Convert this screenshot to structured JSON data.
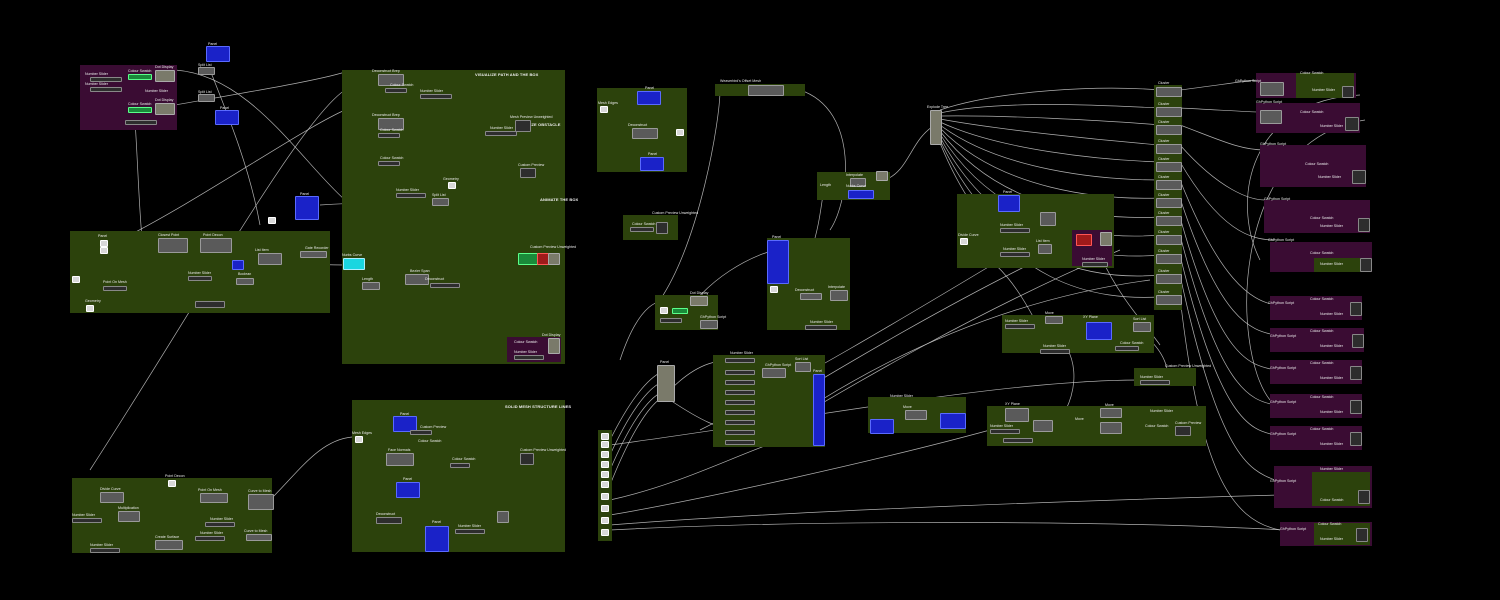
{
  "canvas": {
    "background": "#000000",
    "group_olive": "#2c420c",
    "group_purple": "#3a0c33",
    "wire_color": "#cfcfcf"
  },
  "groups": {
    "visualize": "VISUALIZE PATH AND THE BOX",
    "obstacle": "VISUALIZE OBSTACLE",
    "animate": "ANIMATE THE BOX",
    "solid_mesh": "SOLID MESH STRUCTURE LINES"
  },
  "labels": {
    "number_slider": "Number Slider",
    "panel": "Panel",
    "split_list": "Split List",
    "dot_display": "Dot Display",
    "colour_swatch": "Colour Swatch",
    "custom_preview": "Custom Preview",
    "custom_preview_unweighted": "Custom Preview Unweighted",
    "deconstruct_brep": "Deconstruct Brep",
    "mesh_preview": "Mesh Preview Unweighted",
    "geometry": "Geometry",
    "cluster": "Cluster",
    "explode_tree": "Explode Tree",
    "gh_python": "GhPython Script",
    "mesh_edges": "Mesh Edges",
    "path": "Path",
    "length": "Length",
    "nurbs_curve": "Nurbs Curve",
    "divide_curve": "Divide Curve",
    "list_item": "List Item",
    "xy_plane": "XY Plane",
    "deconstruct": "Deconstruct",
    "interpolate": "Interpolate",
    "point_decon": "Point Decon",
    "weaverbird": "Weaverbird's Offset Mesh",
    "multiplication": "Multiplication",
    "create_surface": "Create Surface",
    "point_on_mesh": "Point On Mesh",
    "curve_to_mesh": "Curve to Mesh",
    "closest_point": "Closest Point",
    "gate_recorder": "Gate Recorder",
    "boolean": "Boolean",
    "bezier_span": "Bezier Span",
    "face_normals": "Face Normals",
    "move": "Move",
    "sort_list": "Sort List"
  }
}
